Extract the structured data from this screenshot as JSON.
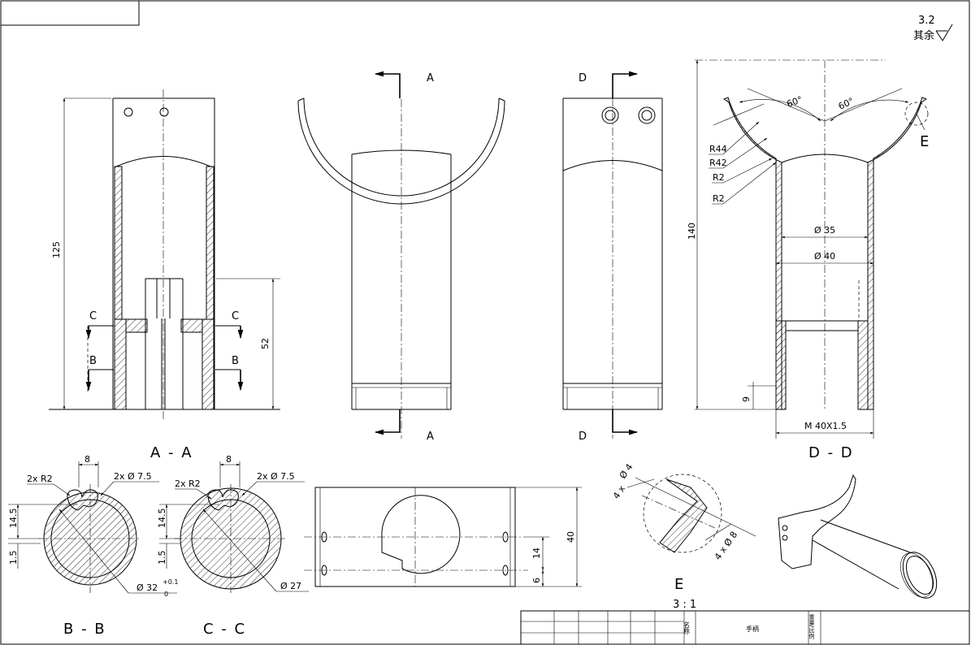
{
  "views": {
    "section_aa_title": "A - A",
    "section_bb_title": "B - B",
    "section_cc_title": "C - C",
    "section_dd_title": "D - D",
    "detail_e_title": "E",
    "detail_e_scale": "3 : 1",
    "cut_a": "A",
    "cut_d": "D",
    "cut_b": "B",
    "cut_c": "C",
    "detail_marker": "E"
  },
  "dimensions": {
    "left_height": "125",
    "left_lower_height": "52",
    "dd_height": "140",
    "dd_thread": "M 40X1.5",
    "dd_d35": "Ø 35",
    "dd_d40": "Ø 40",
    "dd_r44": "R44",
    "dd_r42": "R42",
    "dd_r2a": "R2",
    "dd_r2b": "R2",
    "dd_angle_left": "60°",
    "dd_angle_right": "60°",
    "dd_small": "9",
    "bb_width": "8",
    "bb_holes": "2x Ø 7.5",
    "bb_radius": "2x R2",
    "bb_offset": "14.5",
    "bb_thk": "1.5",
    "bb_dia": "Ø 32",
    "bb_tol_upper": "+0.1",
    "bb_tol_lower": "0",
    "cc_width": "8",
    "cc_holes": "2x Ø 7.5",
    "cc_radius": "2x R2",
    "cc_offset": "14.5",
    "cc_thk": "1.5",
    "cc_dia": "Ø 27",
    "plate_height": "40",
    "plate_14": "14",
    "plate_6": "6",
    "e_hole": "Ø 4",
    "e_count": "4 x",
    "e_dia": "4 x Ø 8"
  },
  "roughness": {
    "value": "3.2",
    "note": "其余"
  },
  "title_block": {
    "label_name": "名称",
    "part_name": "手柄",
    "label_right": "重量/比例"
  }
}
